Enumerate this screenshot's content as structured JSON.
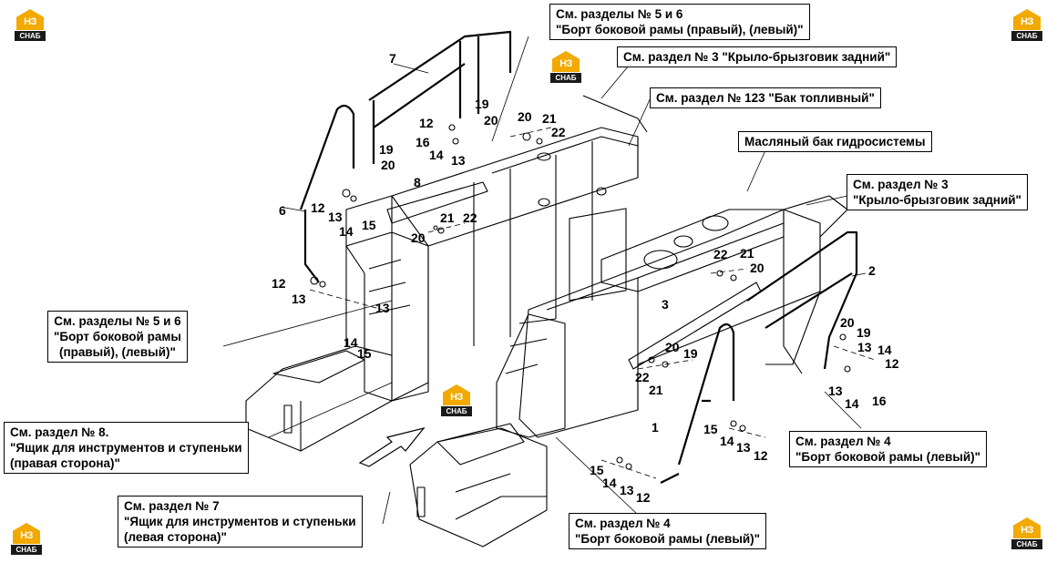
{
  "callouts": {
    "c1": {
      "lines": [
        "См. разделы № 5 и 6",
        "\"Борт боковой рамы (правый), (левый)\""
      ]
    },
    "c2": {
      "lines": [
        "См. раздел № 3 \"Крыло-брызговик задний\""
      ]
    },
    "c3": {
      "lines": [
        "См. раздел № 123 \"Бак топливный\""
      ]
    },
    "c4": {
      "lines": [
        "Масляный бак гидросистемы"
      ]
    },
    "c5": {
      "lines": [
        "См. раздел № 3",
        "\"Крыло-брызговик задний\""
      ]
    },
    "c6": {
      "lines": [
        "См. разделы № 5 и 6",
        "\"Борт боковой рамы",
        "(правый), (левый)\""
      ]
    },
    "c7": {
      "lines": [
        "См. раздел № 4",
        "\"Борт боковой рамы (левый)\""
      ]
    },
    "c8": {
      "lines": [
        "См. раздел № 8.",
        "\"Ящик для инструментов и ступеньки",
        "(правая сторона)\""
      ]
    },
    "c9": {
      "lines": [
        "См. раздел № 7",
        "\"Ящик для инструментов и ступеньки",
        "(левая сторона)\""
      ]
    },
    "c10": {
      "lines": [
        "См. раздел № 4",
        "\"Борт боковой рамы (левый)\""
      ]
    }
  },
  "part_numbers": [
    "1",
    "2",
    "3",
    "6",
    "7",
    "8",
    "12",
    "13",
    "14",
    "15",
    "16",
    "19",
    "20",
    "21",
    "22"
  ],
  "logo": {
    "top_text": "НЗ",
    "bottom_text": "СНАБ",
    "color": "#f2a900"
  }
}
